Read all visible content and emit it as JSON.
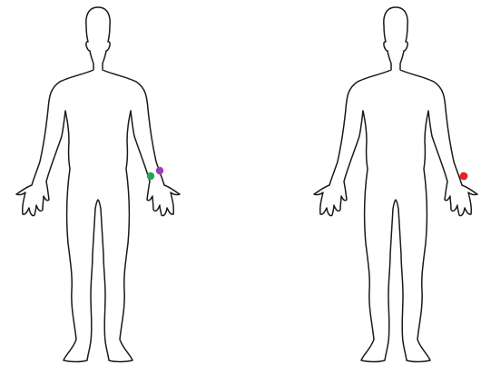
{
  "figures": [
    {
      "id": "left",
      "markers": [
        {
          "name": "green-marker",
          "color": "#22a45a"
        },
        {
          "name": "purple-marker",
          "color": "#9b3db5"
        }
      ]
    },
    {
      "id": "right",
      "markers": [
        {
          "name": "red-marker",
          "color": "#e0242c"
        }
      ]
    }
  ]
}
